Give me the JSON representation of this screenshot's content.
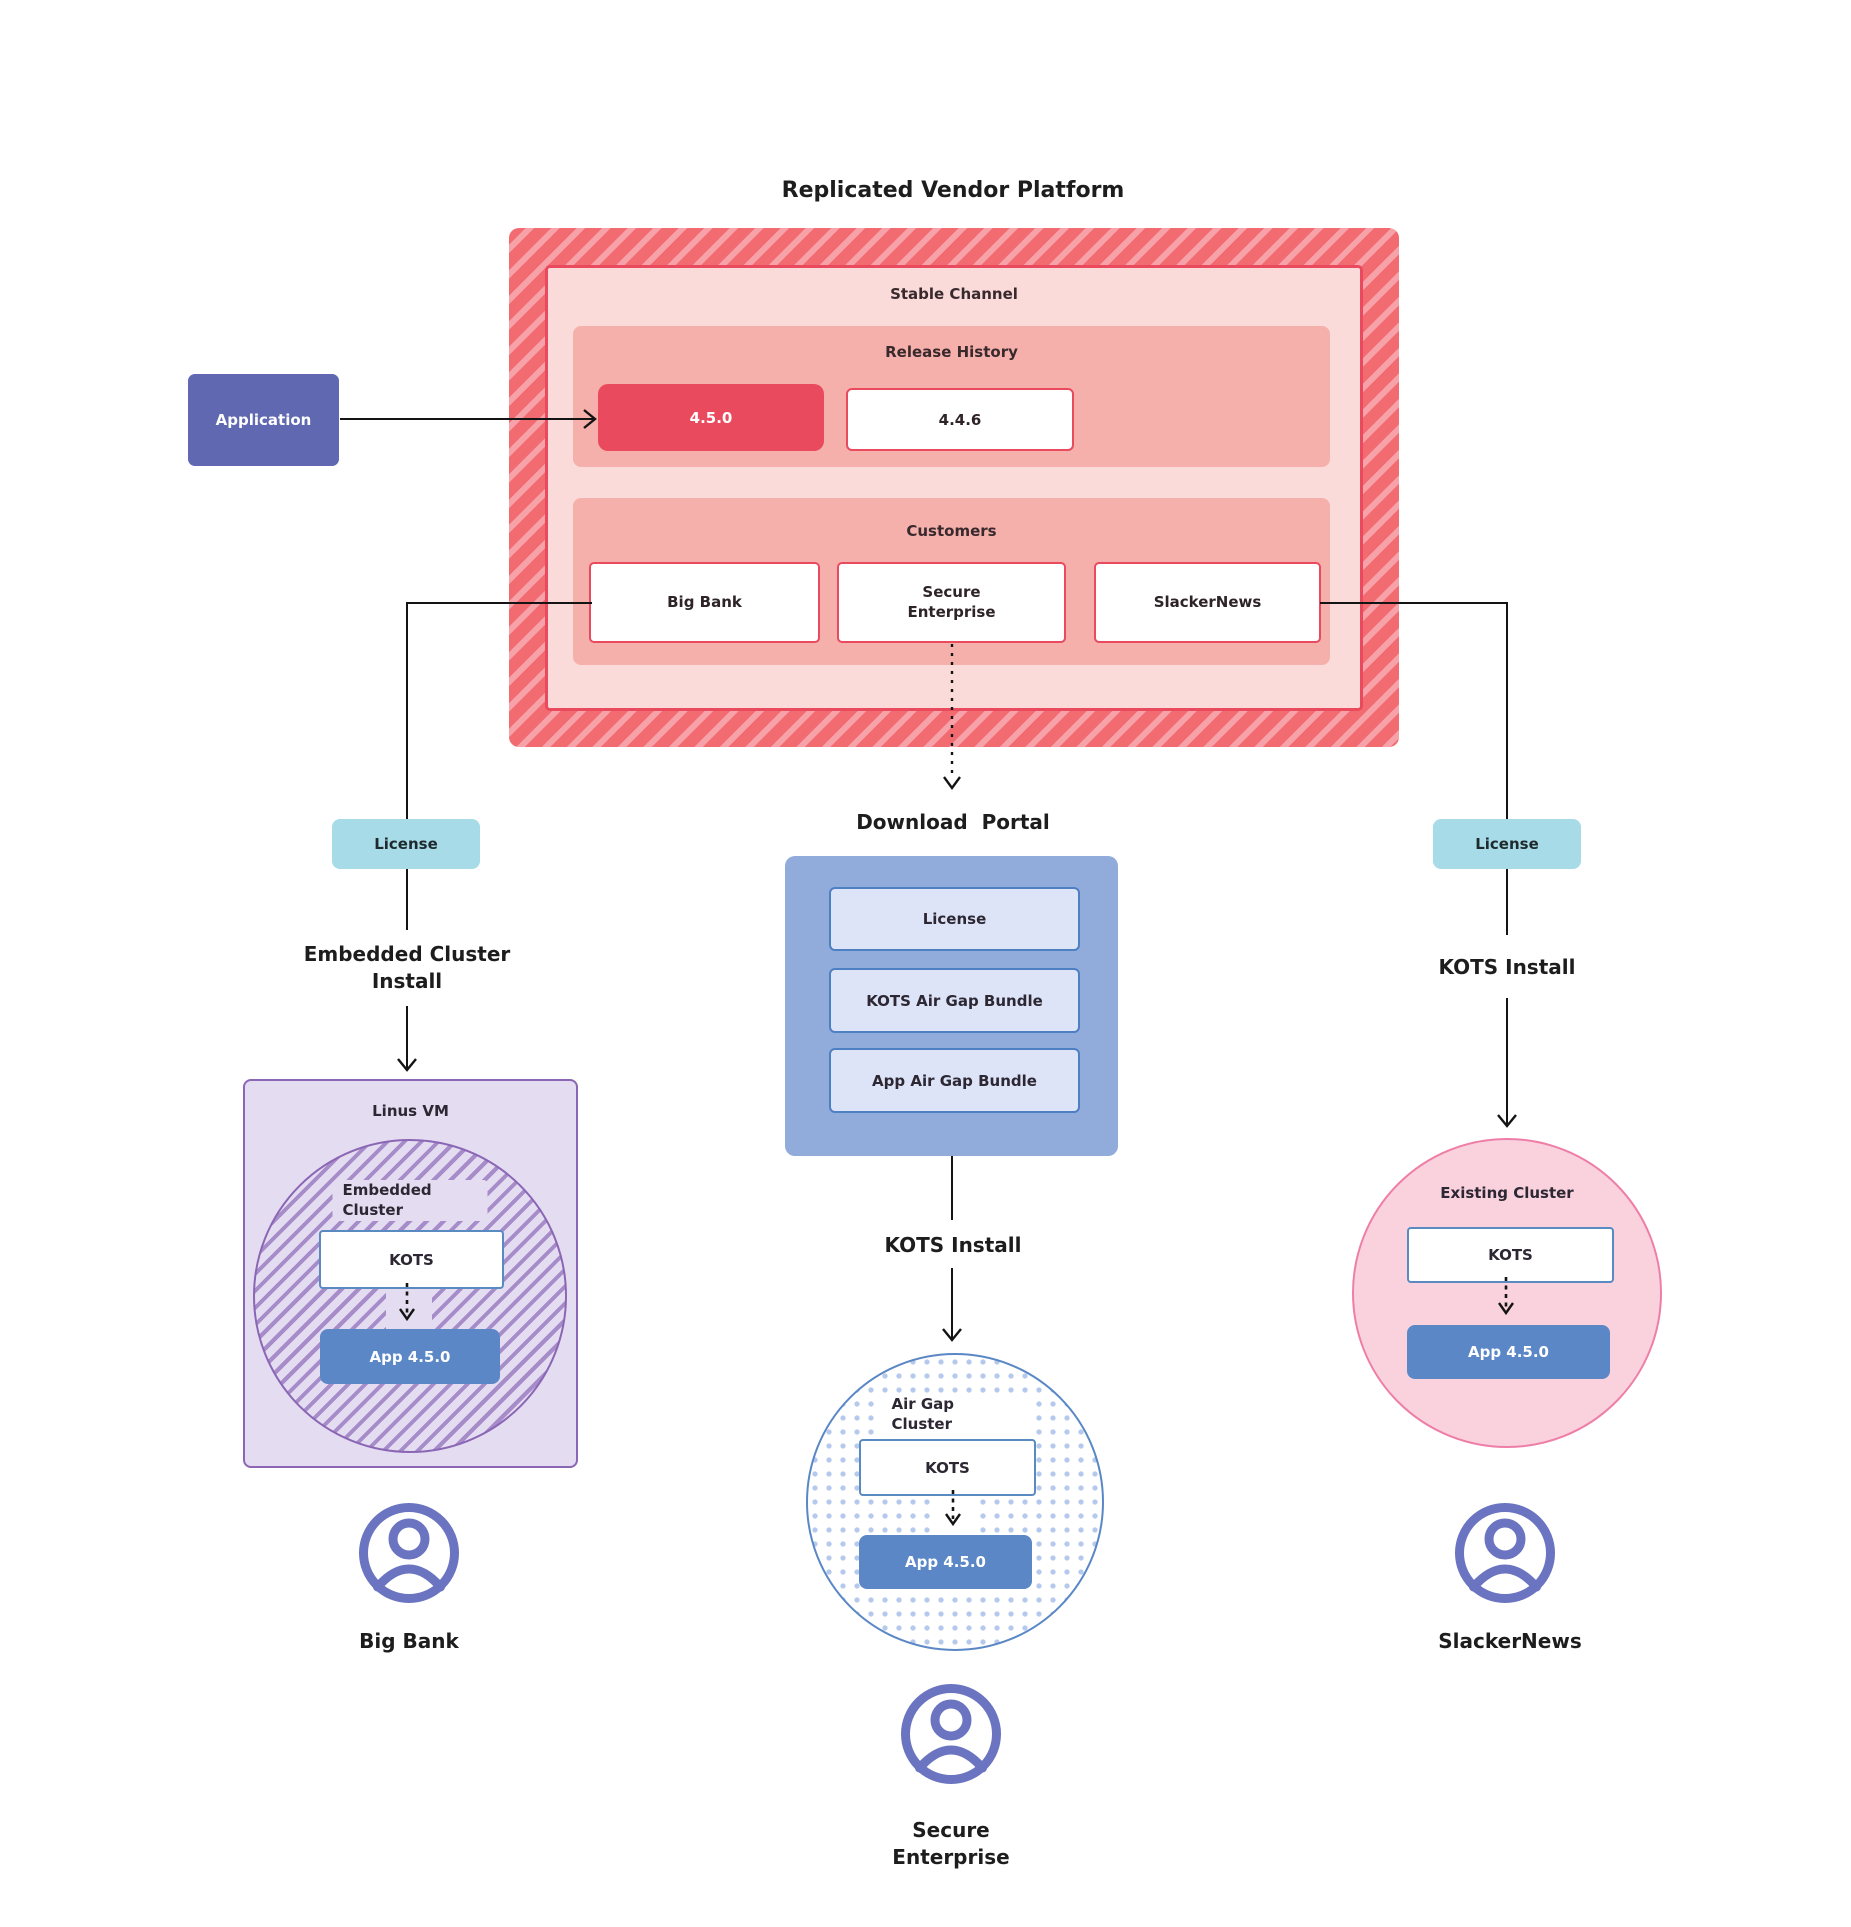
{
  "title": "Replicated Vendor Platform",
  "application": {
    "label": "Application"
  },
  "platform": {
    "stable_channel_label": "Stable Channel",
    "release_history": {
      "label": "Release History",
      "releases": [
        {
          "version": "4.5.0"
        },
        {
          "version": "4.4.6"
        }
      ]
    },
    "customers": {
      "label": "Customers",
      "items": [
        {
          "name": "Big Bank"
        },
        {
          "name": "Secure\nEnterprise"
        },
        {
          "name": "SlackerNews"
        }
      ]
    }
  },
  "download_portal": {
    "label": "Download  Portal",
    "items": [
      {
        "label": "License"
      },
      {
        "label": "KOTS Air Gap Bundle"
      },
      {
        "label": "App Air Gap Bundle"
      }
    ],
    "install_label": "KOTS Install"
  },
  "big_bank_branch": {
    "license_label": "License",
    "install_label": "Embedded Cluster\nInstall",
    "vm_label": "Linus VM",
    "cluster_label": "Embedded Cluster",
    "kots_label": "KOTS",
    "app_label": "App 4.5.0",
    "person_label": "Big Bank"
  },
  "secure_enterprise_branch": {
    "cluster_label": "Air Gap Cluster",
    "kots_label": "KOTS",
    "app_label": "App 4.5.0",
    "person_label": "Secure\nEnterprise"
  },
  "slackernews_branch": {
    "license_label": "License",
    "install_label": "KOTS Install",
    "cluster_label": "Existing Cluster",
    "kots_label": "KOTS",
    "app_label": "App 4.5.0",
    "person_label": "SlackerNews"
  },
  "colors": {
    "crimson": "#ea4a5e",
    "hatch_red_base": "#f26b71",
    "hatch_red_stripe": "#f7a2a8",
    "channel_pink": "#fbdbda",
    "salmon": "#f6b0ab",
    "app_purple": "#5f68b0",
    "license_cyan": "#a7dbe7",
    "portal_blue": "#91abdb",
    "portal_item_fill": "#dde4f7",
    "portal_item_border": "#4d7fc3",
    "kots_border_blue": "#5a8ac2",
    "app_box_blue": "#5b87c7",
    "vm_purple_fill": "#e4dcf0",
    "vm_purple_border": "#8a66b5",
    "vm_hatch_stripe": "#a78cca",
    "pink_circle_fill": "#f9d2de",
    "pink_circle_border": "#ee7ea7",
    "airgap_dot": "#b5c9ec",
    "airgap_border": "#5a87c5",
    "person_purple": "#6a74c0"
  }
}
